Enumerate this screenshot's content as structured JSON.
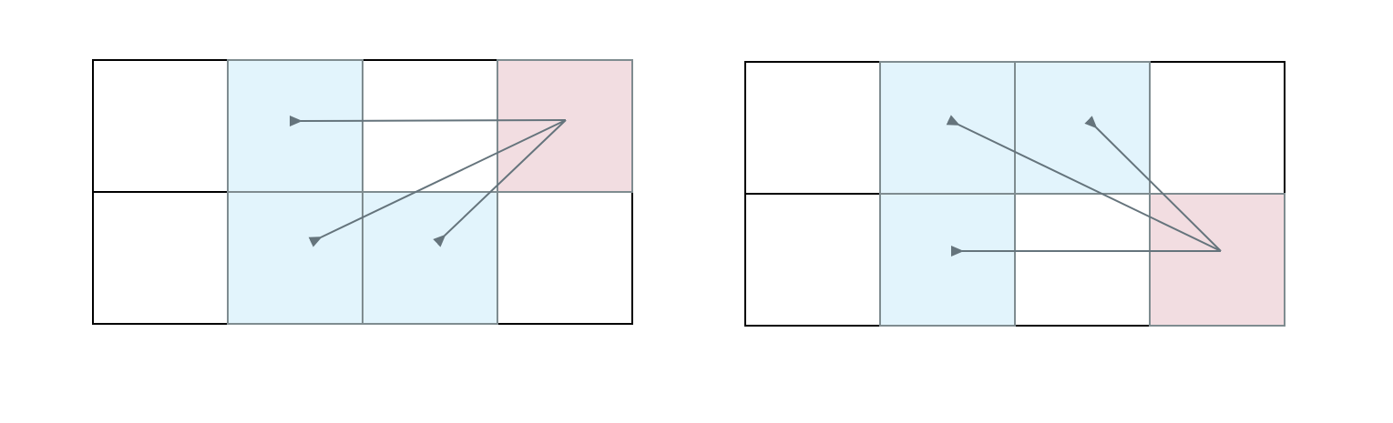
{
  "colors": {
    "background": "#ffffff",
    "highlight_fill": "#e2f4fc",
    "source_fill": "#f2dde1",
    "grid_line": "#000000",
    "shaded_border": "#7f8c90",
    "arrow": "#65747c"
  },
  "grids": [
    {
      "id": "left",
      "rows": 2,
      "cols": 4,
      "source_cell": {
        "row": 0,
        "col": 3
      },
      "highlighted_cells": [
        {
          "row": 0,
          "col": 1
        },
        {
          "row": 1,
          "col": 1
        },
        {
          "row": 1,
          "col": 2
        }
      ],
      "arrows": [
        {
          "from": {
            "row": 0,
            "col": 3
          },
          "to": {
            "row": 0,
            "col": 1
          }
        },
        {
          "from": {
            "row": 0,
            "col": 3
          },
          "to": {
            "row": 1,
            "col": 1
          }
        },
        {
          "from": {
            "row": 0,
            "col": 3
          },
          "to": {
            "row": 1,
            "col": 2
          }
        }
      ]
    },
    {
      "id": "right",
      "rows": 2,
      "cols": 4,
      "source_cell": {
        "row": 1,
        "col": 3
      },
      "highlighted_cells": [
        {
          "row": 0,
          "col": 1
        },
        {
          "row": 0,
          "col": 2
        },
        {
          "row": 1,
          "col": 1
        }
      ],
      "arrows": [
        {
          "from": {
            "row": 1,
            "col": 3
          },
          "to": {
            "row": 0,
            "col": 1
          }
        },
        {
          "from": {
            "row": 1,
            "col": 3
          },
          "to": {
            "row": 0,
            "col": 2
          }
        },
        {
          "from": {
            "row": 1,
            "col": 3
          },
          "to": {
            "row": 1,
            "col": 1
          }
        }
      ]
    }
  ]
}
